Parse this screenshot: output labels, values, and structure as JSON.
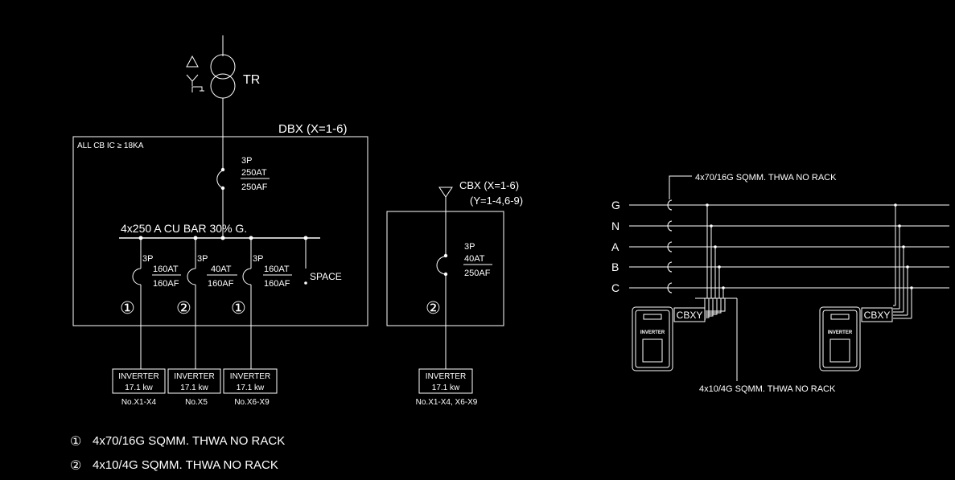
{
  "transformer": {
    "label": "TR"
  },
  "dbx": {
    "title": "DBX  (X=1-6)",
    "note": "ALL CB IC ≥ 18KA",
    "main_breaker": {
      "poles": "3P",
      "at": "250AT",
      "af": "250AF"
    },
    "bus_label": "4x250 A CU BAR 30% G.",
    "branches": [
      {
        "poles": "3P",
        "at": "160AT",
        "af": "160AF",
        "cable_marker": "①",
        "inverter": {
          "label": "INVERTER",
          "rating": "17.1 kw",
          "id": "No.X1-X4"
        }
      },
      {
        "poles": "3P",
        "at": "40AT",
        "af": "160AF",
        "cable_marker": "②",
        "inverter": {
          "label": "INVERTER",
          "rating": "17.1 kw",
          "id": "No.X5"
        }
      },
      {
        "poles": "3P",
        "at": "160AT",
        "af": "160AF",
        "cable_marker": "①",
        "inverter": {
          "label": "INVERTER",
          "rating": "17.1 kw",
          "id": "No.X6-X9"
        }
      }
    ],
    "space_label": "SPACE"
  },
  "cbx": {
    "title": "CBX  (X=1-6)",
    "subtitle": "(Y=1-4,6-9)",
    "breaker": {
      "poles": "3P",
      "at": "40AT",
      "af": "250AF"
    },
    "cable_marker": "②",
    "inverter": {
      "label": "INVERTER",
      "rating": "17.1 kw",
      "id": "No.X1-X4, X6-X9"
    }
  },
  "phase_diagram": {
    "top_cable": "4x70/16G SQMM. THWA NO RACK",
    "bottom_cable": "4x10/4G SQMM. THWA NO RACK",
    "phases": [
      "G",
      "N",
      "A",
      "B",
      "C"
    ],
    "units": [
      {
        "box_label": "CBXY",
        "inverter_label": "INVERTER"
      },
      {
        "box_label": "CBXY",
        "inverter_label": "INVERTER"
      }
    ]
  },
  "legend": [
    {
      "marker": "①",
      "text": "4x70/16G SQMM. THWA NO RACK"
    },
    {
      "marker": "②",
      "text": "4x10/4G SQMM. THWA NO RACK"
    }
  ]
}
